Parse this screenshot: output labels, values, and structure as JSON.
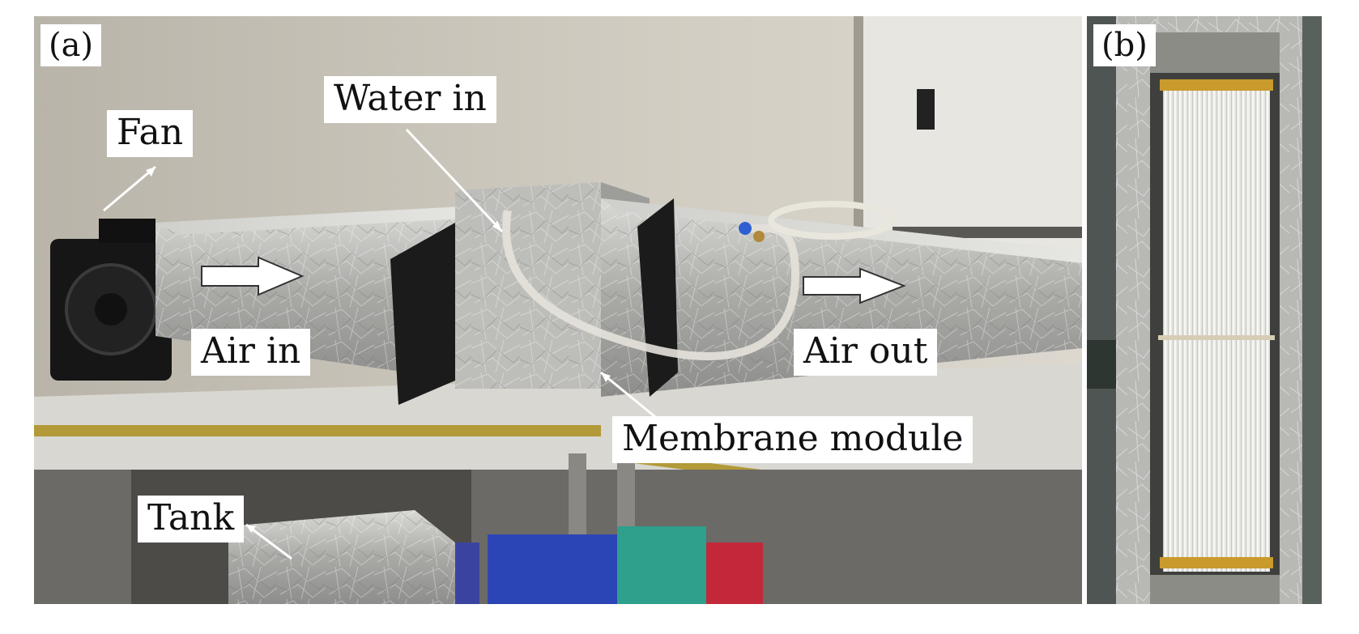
{
  "figure": {
    "panel_a": {
      "letter": "(a)",
      "labels": {
        "fan": "Fan",
        "water_in": "Water in",
        "air_in": "Air in",
        "air_out": "Air out",
        "membrane_module": "Membrane module",
        "tank": "Tank"
      }
    },
    "panel_b": {
      "letter": "(b)"
    }
  }
}
